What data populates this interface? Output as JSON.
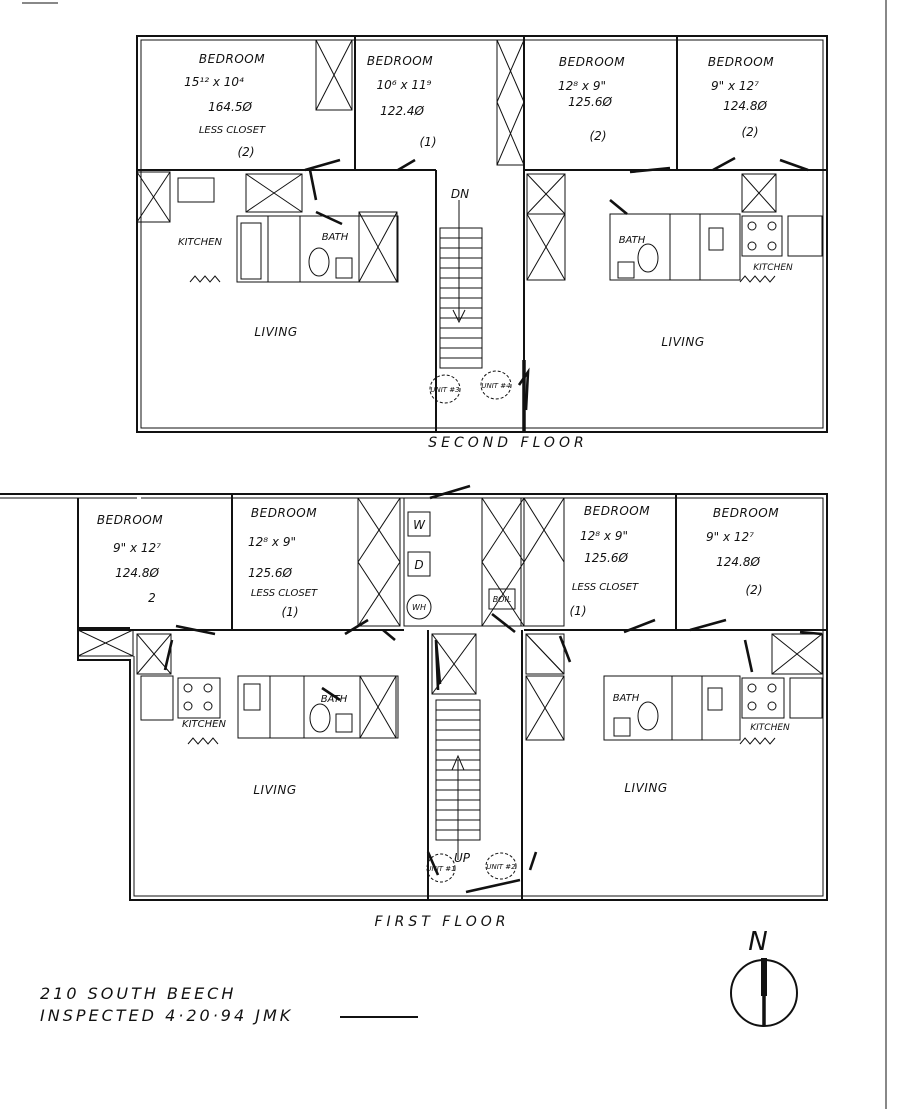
{
  "second_floor": {
    "title": "SECOND FLOOR",
    "stair_label": "DN",
    "unit_a": "UNIT #3",
    "unit_b": "UNIT #4",
    "bedrooms": [
      {
        "name": "BEDROOM",
        "dims": "15¹² x 10⁴",
        "area": "164.5Ø",
        "note": "LESS CLOSET",
        "count": "(2)"
      },
      {
        "name": "BEDROOM",
        "dims": "10⁶ x 11⁹",
        "area": "122.4Ø",
        "note": "",
        "count": "(1)"
      },
      {
        "name": "BEDROOM",
        "dims": "12⁸ x 9\"",
        "area": "125.6Ø",
        "note": "",
        "count": "(2)"
      },
      {
        "name": "BEDROOM",
        "dims": "9\" x 12⁷",
        "area": "124.8Ø",
        "note": "",
        "count": "(2)"
      }
    ],
    "left": {
      "kitchen": "KITCHEN",
      "bath": "BATH",
      "living": "LIVING"
    },
    "right": {
      "kitchen": "KITCHEN",
      "bath": "BATH",
      "living": "LIVING"
    }
  },
  "first_floor": {
    "title": "FIRST FLOOR",
    "stair_label": "UP",
    "unit_a": "UNIT #1",
    "unit_b": "UNIT #2",
    "washer": "W",
    "dryer": "D",
    "water_heater": "WH",
    "boiler": "BOIL",
    "bedrooms": [
      {
        "name": "BEDROOM",
        "dims": "9\" x 12⁷",
        "area": "124.8Ø",
        "note": "",
        "count": "2"
      },
      {
        "name": "BEDROOM",
        "dims": "12⁸ x 9\"",
        "area": "125.6Ø",
        "note": "LESS CLOSET",
        "count": "(1)"
      },
      {
        "name": "BEDROOM",
        "dims": "12⁸ x 9\"",
        "area": "125.6Ø",
        "note": "LESS CLOSET",
        "count": "(1)"
      },
      {
        "name": "BEDROOM",
        "dims": "9\" x 12⁷",
        "area": "124.8Ø",
        "note": "",
        "count": "(2)"
      }
    ],
    "left": {
      "kitchen": "KITCHEN",
      "bath": "BATH",
      "living": "LIVING"
    },
    "right": {
      "kitchen": "KITCHEN",
      "bath": "BATH",
      "living": "LIVING"
    }
  },
  "compass": {
    "label": "N"
  },
  "footer": {
    "address": "210 SOUTH BEECH",
    "inspection": "INSPECTED 4·20·94 JMK"
  }
}
